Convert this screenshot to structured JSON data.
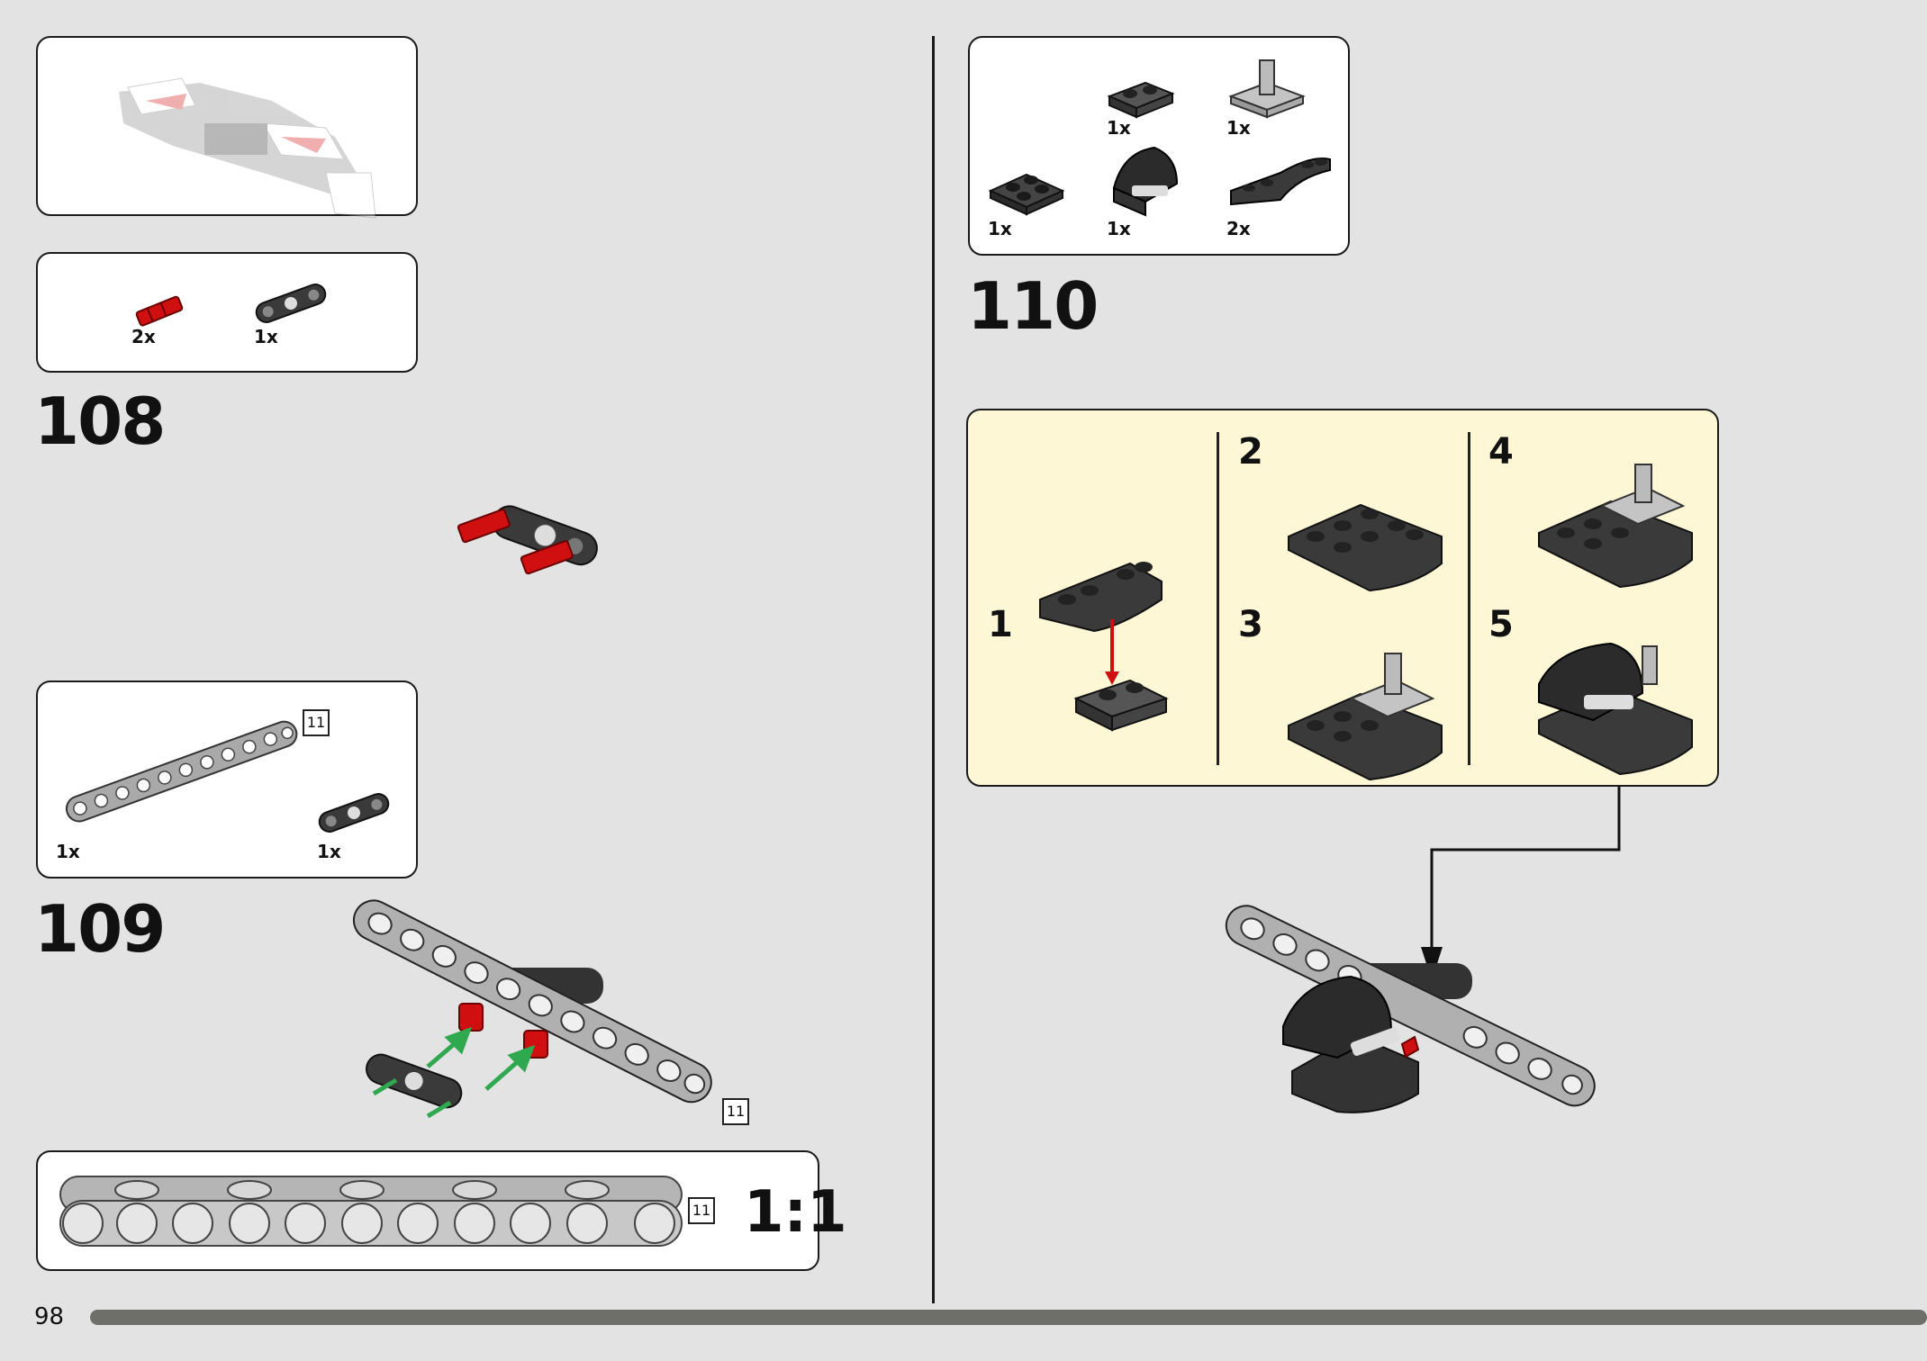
{
  "page": {
    "number": "98",
    "progress_fraction": 1.0
  },
  "left": {
    "step108": {
      "number": "108",
      "parts": [
        {
          "qty": "2x",
          "icon": "red-axle-pin-icon"
        },
        {
          "qty": "1x",
          "icon": "dark-beam-3-icon"
        }
      ]
    },
    "step109": {
      "number": "109",
      "parts": [
        {
          "qty": "1x",
          "icon": "grey-beam-11-icon"
        },
        {
          "qty": "1x",
          "icon": "dark-beam-3-icon"
        }
      ],
      "parts_badge": "11",
      "assembly_badge": "11"
    },
    "scale": {
      "badge": "11",
      "label": "1:1"
    }
  },
  "right": {
    "step110": {
      "number": "110",
      "parts": [
        {
          "qty": "1x",
          "icon": "plate-1x2-icon"
        },
        {
          "qty": "1x",
          "icon": "plate-with-pin-icon"
        },
        {
          "qty": "1x",
          "icon": "plate-2x2-icon"
        },
        {
          "qty": "1x",
          "icon": "curved-slope-printed-icon"
        },
        {
          "qty": "2x",
          "icon": "curved-slope-2x4-icon"
        }
      ],
      "substeps": [
        "1",
        "2",
        "3",
        "4",
        "5"
      ]
    }
  },
  "colors": {
    "background": "#e3e3e3",
    "subassembly_bg": "#fdf7d6",
    "dark_part": "#3a3a3a",
    "grey_part": "#a9a9a9",
    "red_part": "#d01010",
    "arrow_green": "#2fa84f"
  }
}
